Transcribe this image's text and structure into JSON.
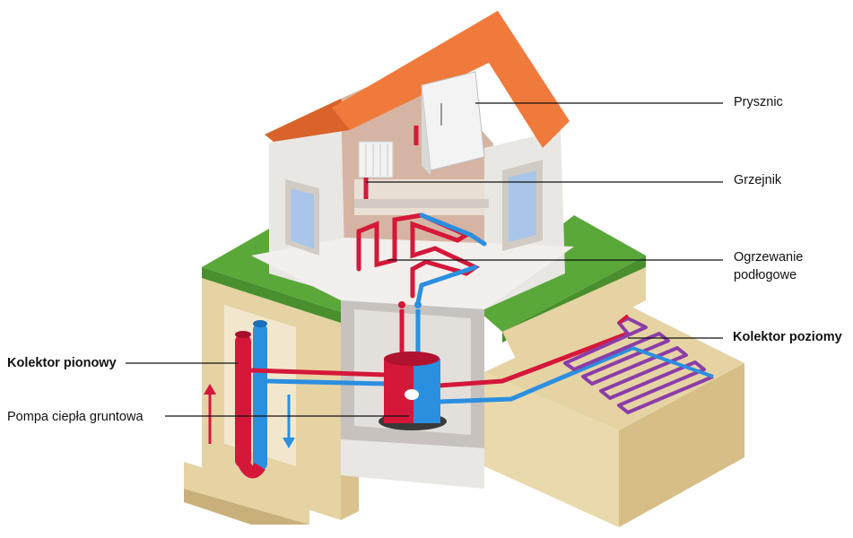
{
  "labels": {
    "shower": "Prysznic",
    "radiator": "Grzejnik",
    "floor_heating_line1": "Ogrzewanie",
    "floor_heating_line2": "podłogowe",
    "vertical_collector": "Kolektor pionowy",
    "ground_heat_pump": "Pompa ciepła gruntowa",
    "horizontal_collector": "Kolektor poziomy"
  },
  "colors": {
    "roof": "#f07a3c",
    "wall": "#e9e7e4",
    "wall_shadow": "#cfcbc7",
    "grass": "#5aa83a",
    "soil": "#e6d3a3",
    "soil_dark": "#c9b07a",
    "interior": "#d6b4a3",
    "hot_pipe": "#d5173a",
    "cold_pipe": "#2b8fe0",
    "window": "#a9c6e8"
  }
}
